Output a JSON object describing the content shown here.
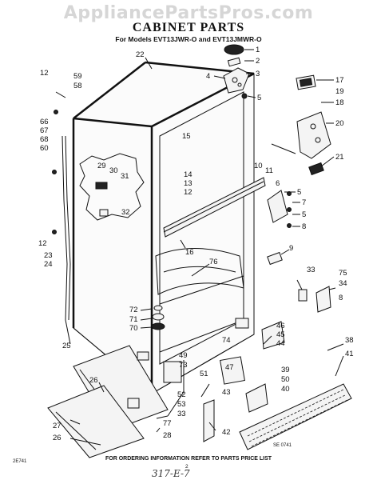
{
  "watermark": "AppliancePartsPros.com",
  "title": "CABINET PARTS",
  "subtitle": "For Models EVT13JWR-O and EVT13JMWR-O",
  "footer": "FOR ORDERING INFORMATION REFER TO PARTS PRICE LIST",
  "page_number": "2",
  "code_left": "2E741",
  "code_right": "SE 0741",
  "handwriting": "317-E-7",
  "part_labels": [
    "1",
    "2",
    "3",
    "4",
    "5",
    "22",
    "12",
    "59",
    "58",
    "17",
    "18",
    "19",
    "20",
    "66",
    "67",
    "68",
    "60",
    "15",
    "21",
    "29",
    "30",
    "31",
    "14",
    "13",
    "12",
    "10",
    "11",
    "6",
    "5",
    "7",
    "5",
    "8",
    "32",
    "16",
    "76",
    "9",
    "12",
    "23",
    "24",
    "33",
    "75",
    "34",
    "8",
    "72",
    "71",
    "70",
    "25",
    "46",
    "45",
    "44",
    "74",
    "38",
    "41",
    "49",
    "73",
    "51",
    "39",
    "50",
    "40",
    "43",
    "47",
    "26",
    "52",
    "53",
    "27",
    "77",
    "33",
    "28",
    "42",
    "26"
  ]
}
